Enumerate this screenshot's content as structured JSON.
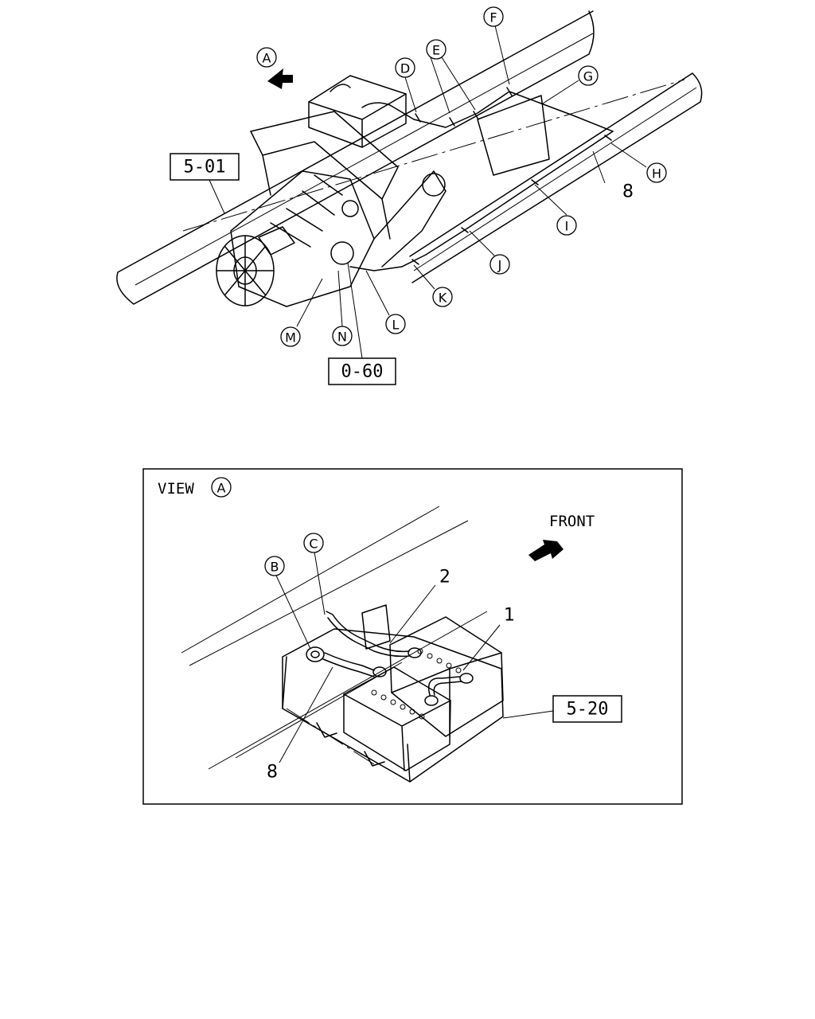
{
  "upper_view": {
    "view_marker": "A",
    "callouts": [
      "D",
      "E",
      "F",
      "G",
      "H",
      "I",
      "J",
      "K",
      "L",
      "M",
      "N"
    ],
    "part_number": "8",
    "references": [
      "5-01",
      "0-60"
    ]
  },
  "view_a": {
    "title": "VIEW",
    "title_marker": "A",
    "front_label": "FRONT",
    "callouts": [
      "B",
      "C"
    ],
    "part_numbers": [
      "2",
      "1",
      "8"
    ],
    "reference": "5-20"
  }
}
